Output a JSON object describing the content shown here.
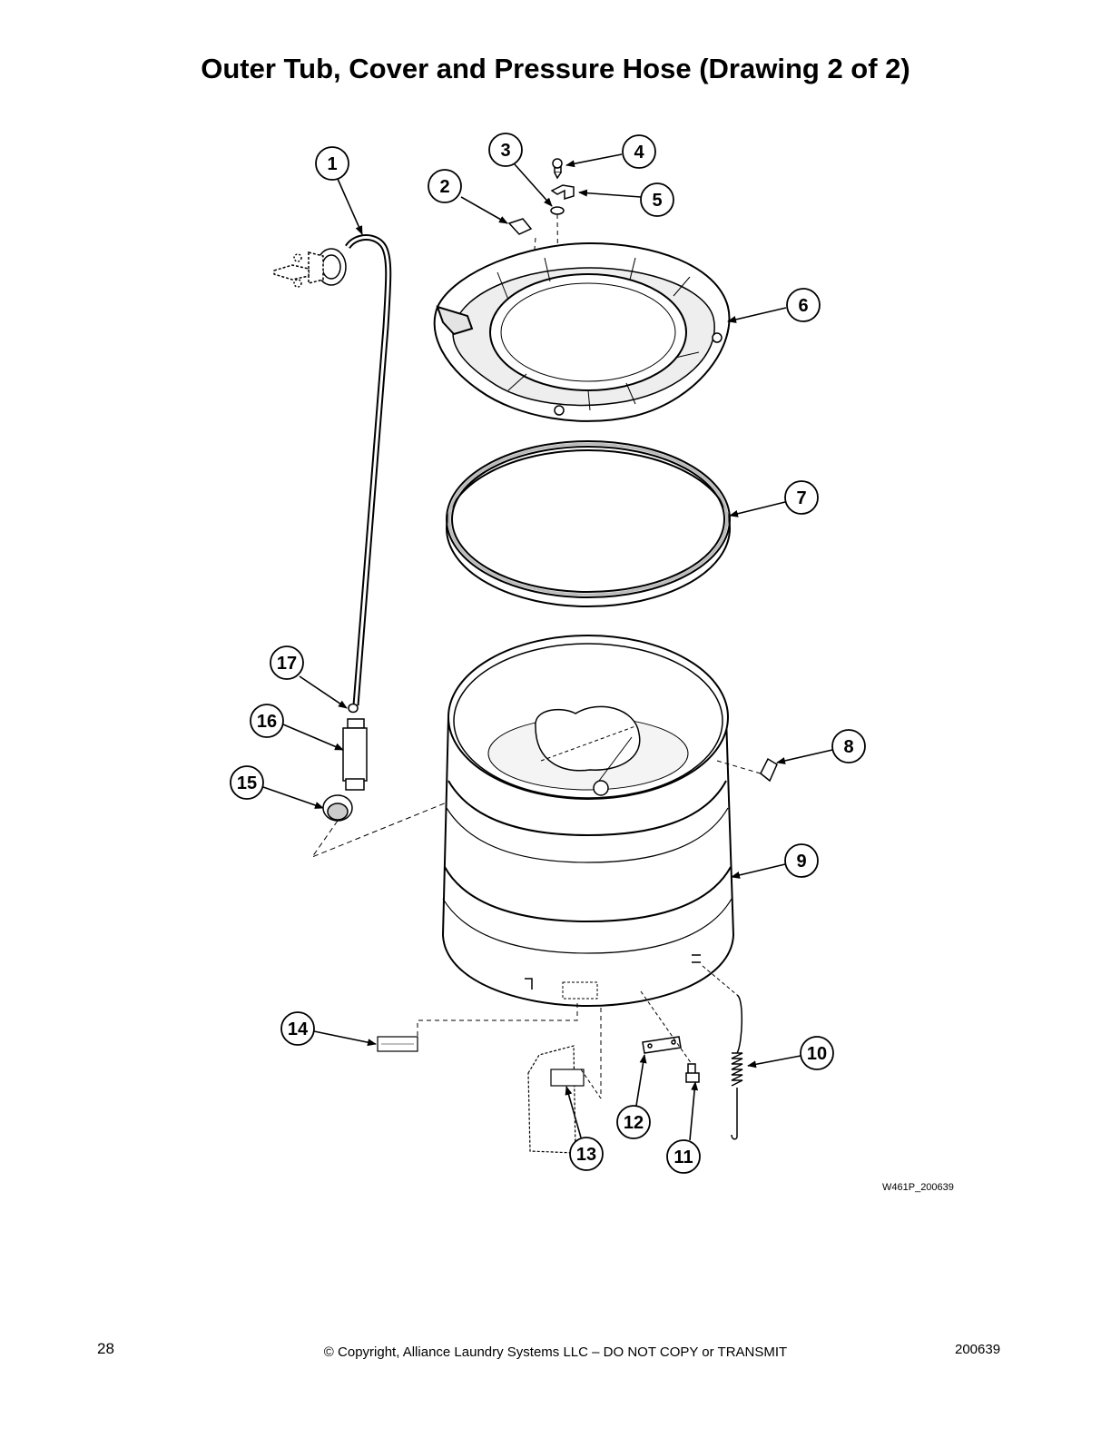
{
  "page": {
    "title": "Outer Tub, Cover and Pressure Hose (Drawing 2 of 2)",
    "drawing_id": "W461P_200639",
    "page_number": "28",
    "copyright": "© Copyright, Alliance Laundry Systems LLC – DO NOT COPY or TRANSMIT",
    "document_number": "200639"
  },
  "callouts": [
    {
      "number": "1"
    },
    {
      "number": "2"
    },
    {
      "number": "3"
    },
    {
      "number": "4"
    },
    {
      "number": "5"
    },
    {
      "number": "6"
    },
    {
      "number": "7"
    },
    {
      "number": "8"
    },
    {
      "number": "9"
    },
    {
      "number": "10"
    },
    {
      "number": "11"
    },
    {
      "number": "12"
    },
    {
      "number": "13"
    },
    {
      "number": "14"
    },
    {
      "number": "15"
    },
    {
      "number": "16"
    },
    {
      "number": "17"
    }
  ],
  "colors": {
    "line": "#000000",
    "background": "#ffffff",
    "shade": "#d9d9d9"
  }
}
